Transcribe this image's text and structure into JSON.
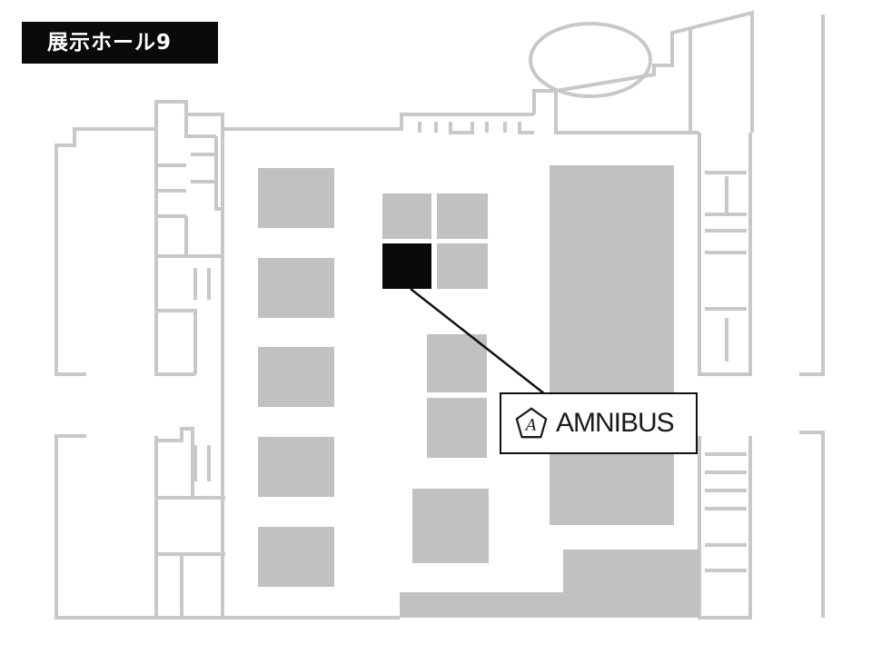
{
  "map": {
    "hall_label": "展示ホール9",
    "highlighted_booth": {
      "company": "AMNIBUS",
      "logo_letter": "A"
    }
  },
  "colors": {
    "wall": "#c9c7c8",
    "booth": "#c2c0c1",
    "highlight": "#0a0a0a",
    "label_bg": "#0a0a0a",
    "label_text": "#ffffff",
    "callout_border": "#111111"
  }
}
